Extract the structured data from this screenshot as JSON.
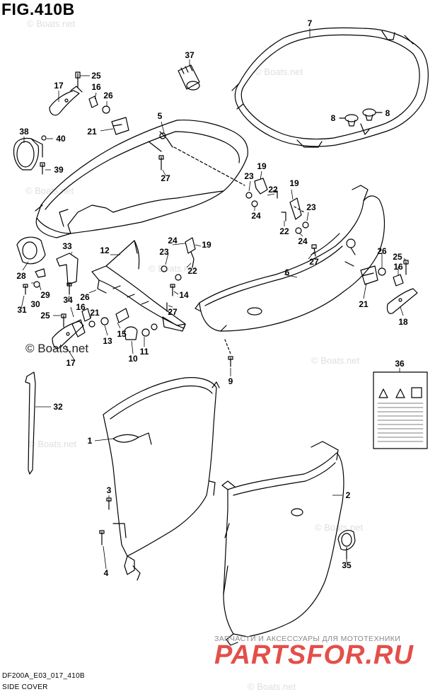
{
  "figure_title": "FIG.410B",
  "model_code": "DF200A_E03_017_410B",
  "section_title": "SIDE COVER",
  "watermarks": {
    "copyright_text": "© Boats.net",
    "faint_text": "© Boats.net",
    "site_slogan": "ЗАПЧАСТИ И АКСЕССУАРЫ ДЛЯ МОТОТЕХНИКИ",
    "site_logo": "PARTSFOR.RU"
  },
  "callouts": [
    {
      "id": "c37",
      "label": "37"
    },
    {
      "id": "c7",
      "label": "7"
    },
    {
      "id": "c25a",
      "label": "25"
    },
    {
      "id": "c17a",
      "label": "17"
    },
    {
      "id": "c16a",
      "label": "16"
    },
    {
      "id": "c26a",
      "label": "26"
    },
    {
      "id": "c8a",
      "label": "8"
    },
    {
      "id": "c8b",
      "label": "8"
    },
    {
      "id": "c38",
      "label": "38"
    },
    {
      "id": "c40",
      "label": "40"
    },
    {
      "id": "c5",
      "label": "5"
    },
    {
      "id": "c21a",
      "label": "21"
    },
    {
      "id": "c27a",
      "label": "27"
    },
    {
      "id": "c39",
      "label": "39"
    },
    {
      "id": "c19a",
      "label": "19"
    },
    {
      "id": "c23a",
      "label": "23"
    },
    {
      "id": "c22a",
      "label": "22"
    },
    {
      "id": "c24a",
      "label": "24"
    },
    {
      "id": "c19b",
      "label": "19"
    },
    {
      "id": "c23b",
      "label": "23"
    },
    {
      "id": "c22b",
      "label": "22"
    },
    {
      "id": "c24b",
      "label": "24"
    },
    {
      "id": "c33",
      "label": "33"
    },
    {
      "id": "c12",
      "label": "12"
    },
    {
      "id": "c24c",
      "label": "24"
    },
    {
      "id": "c19c",
      "label": "19"
    },
    {
      "id": "c23c",
      "label": "23"
    },
    {
      "id": "c22c",
      "label": "22"
    },
    {
      "id": "c28",
      "label": "28"
    },
    {
      "id": "c29",
      "label": "29"
    },
    {
      "id": "c30",
      "label": "30"
    },
    {
      "id": "c31",
      "label": "31"
    },
    {
      "id": "c34",
      "label": "34"
    },
    {
      "id": "c26b",
      "label": "26"
    },
    {
      "id": "c14",
      "label": "14"
    },
    {
      "id": "c27b",
      "label": "27"
    },
    {
      "id": "c27c",
      "label": "27"
    },
    {
      "id": "c6",
      "label": "6"
    },
    {
      "id": "c26c",
      "label": "26"
    },
    {
      "id": "c25b",
      "label": "25"
    },
    {
      "id": "c16b",
      "label": "16"
    },
    {
      "id": "c21b",
      "label": "21"
    },
    {
      "id": "c18",
      "label": "18"
    },
    {
      "id": "c25c",
      "label": "25"
    },
    {
      "id": "c16c",
      "label": "16"
    },
    {
      "id": "c21c",
      "label": "21"
    },
    {
      "id": "c13",
      "label": "13"
    },
    {
      "id": "c15",
      "label": "15"
    },
    {
      "id": "c11",
      "label": "11"
    },
    {
      "id": "c10",
      "label": "10"
    },
    {
      "id": "c17b",
      "label": "17"
    },
    {
      "id": "c9",
      "label": "9"
    },
    {
      "id": "c36",
      "label": "36"
    },
    {
      "id": "c32",
      "label": "32"
    },
    {
      "id": "c1",
      "label": "1"
    },
    {
      "id": "c2",
      "label": "2"
    },
    {
      "id": "c3",
      "label": "3"
    },
    {
      "id": "c4",
      "label": "4"
    },
    {
      "id": "c35",
      "label": "35"
    }
  ]
}
